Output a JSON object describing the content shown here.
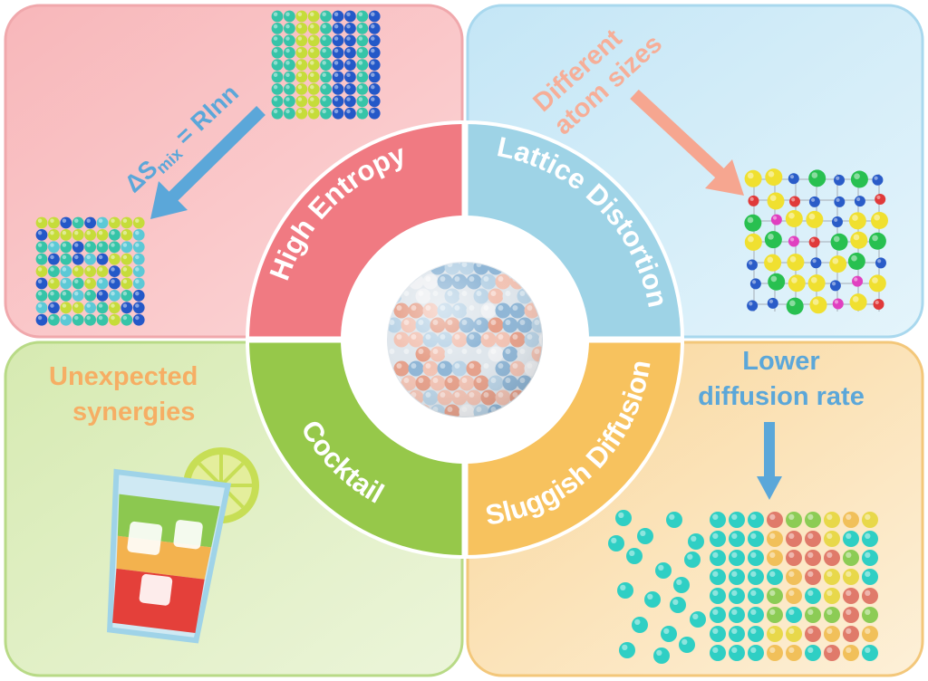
{
  "colors": {
    "high_entropy": "#f07a82",
    "lattice_distortion": "#9ed3e6",
    "sluggish_diffusion": "#f7c25e",
    "cocktail": "#96c84a",
    "arrow_blue": "#5ba7d9",
    "arrow_salmon": "#f6a690",
    "label_orange": "#f6ae64",
    "panel_tl": "#f8c6c8",
    "panel_tr": "#d3ecf8",
    "panel_bl": "#e1efc4",
    "panel_br": "#fbe3b7"
  },
  "ring": {
    "high_entropy": "High Entropy",
    "lattice_distortion": "Lattice Distortion",
    "sluggish_diffusion": "Sluggish Diffusion",
    "cocktail": "Cocktail"
  },
  "top_left": {
    "formula_prefix": "ΔS",
    "formula_sub": "mix",
    "formula_suffix": " = Rlnn"
  },
  "top_right": {
    "label_line1": "Different",
    "label_line2": "atom sizes"
  },
  "bottom_left": {
    "label_line1": "Unexpected",
    "label_line2": "synergies"
  },
  "bottom_right": {
    "label_line1": "Lower",
    "label_line2": "diffusion rate"
  }
}
